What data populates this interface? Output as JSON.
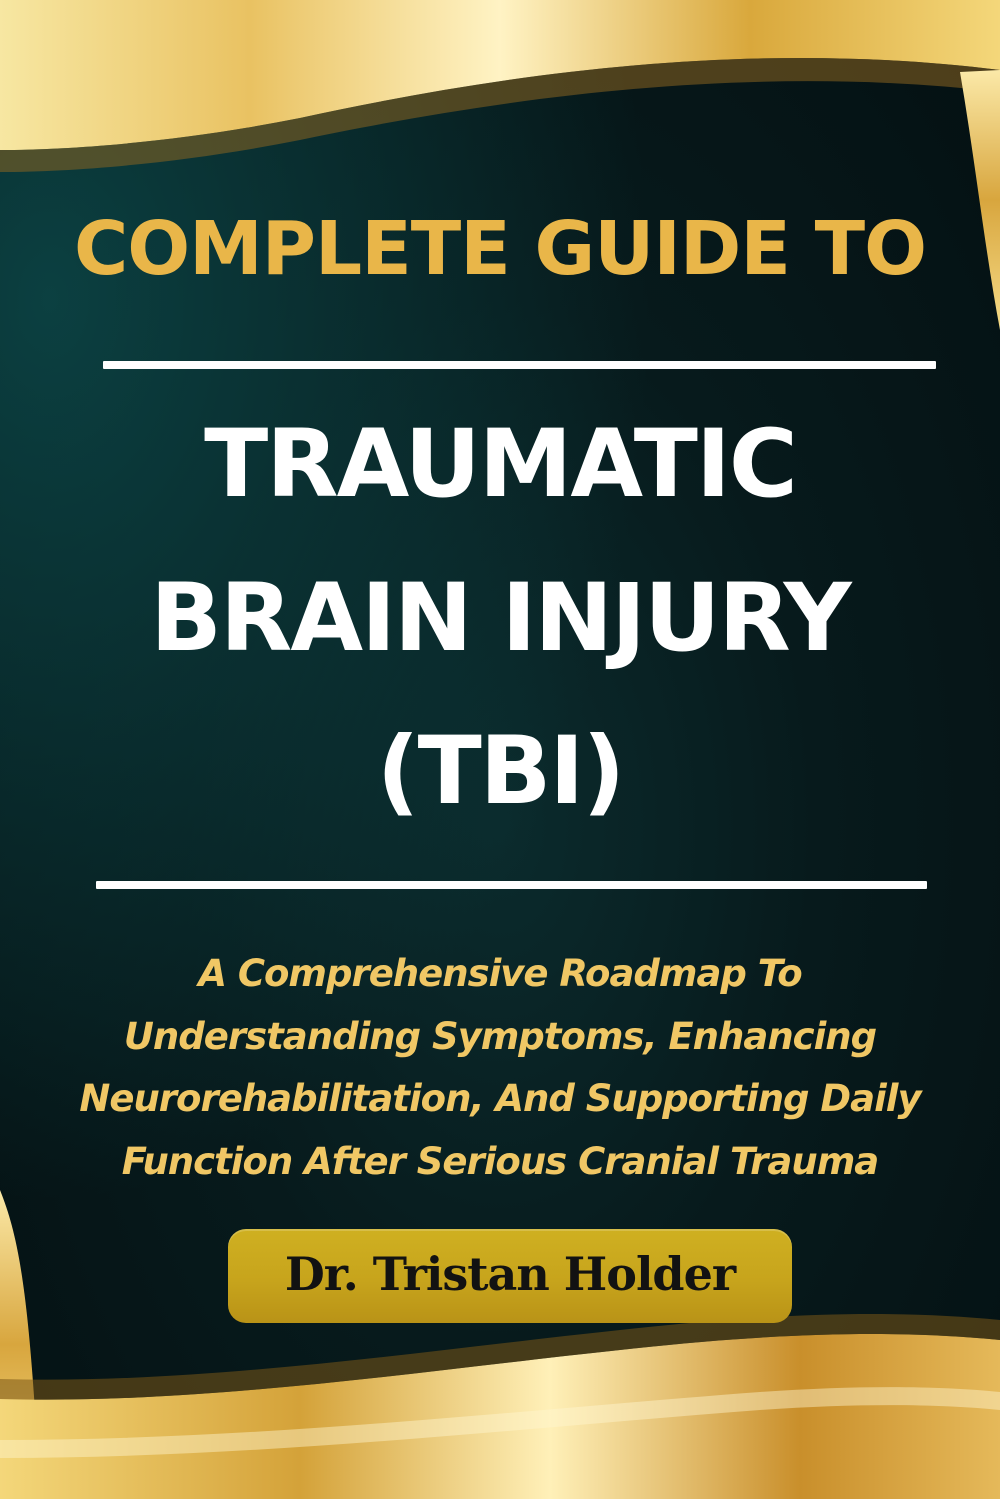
{
  "cover": {
    "heading": "COMPLETE GUIDE TO",
    "title_lines": [
      "TRAUMATIC",
      "BRAIN INJURY",
      "(TBI)"
    ],
    "subtitle_lines": [
      "A Comprehensive Roadmap To",
      "Understanding Symptoms, Enhancing",
      "Neurorehabilitation, And Supporting Daily",
      "Function After Serious Cranial Trauma"
    ],
    "author": "Dr. Tristan Holder"
  },
  "colors": {
    "background": "#071a1c",
    "gold_accent": "#e9b649",
    "title_text": "#ffffff",
    "subtitle_text": "#f0c765",
    "author_box": "#c7a41c",
    "author_text": "#121212"
  }
}
